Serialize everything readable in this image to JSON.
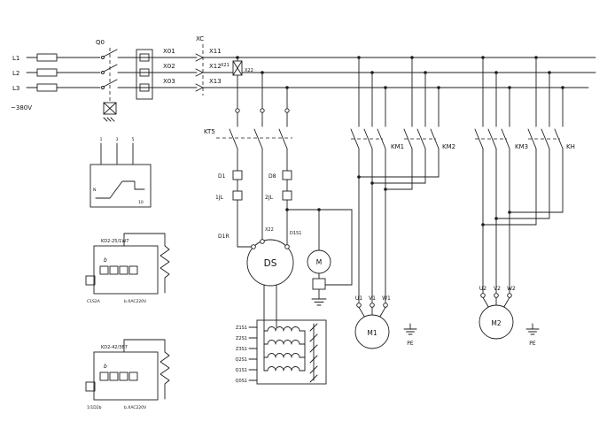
{
  "labels": {
    "l1": "L1",
    "l2": "L2",
    "l3": "L3",
    "voltage": "~380V",
    "q0": "Q0",
    "xc": "XC",
    "x01": "X01",
    "x02": "X02",
    "x03": "X03",
    "x11": "X11",
    "x12": "X12",
    "x13": "X13",
    "x21": "X21",
    "x22": "X22",
    "kt5": "KT5",
    "d1": "D1",
    "d8": "D8",
    "jl1": "1JL",
    "jl2": "2JL",
    "d1r": "D1R",
    "x22_ds": "X22",
    "d1s1": "D1S1",
    "ds": "DS",
    "m_exciter": "M",
    "km1": "KM1",
    "km2": "KM2",
    "km3": "KM3",
    "kh": "KH",
    "u1": "U1",
    "v1": "V1",
    "w1": "W1",
    "u2": "U2",
    "v2": "V2",
    "w2": "W2",
    "m1": "M1",
    "m2": "M2",
    "pe1": "PE",
    "pe2": "PE",
    "field_terminals": [
      "Z1S1",
      "Z2S1",
      "Z3S1",
      "Q2S1",
      "Q1S1",
      "Q0S1"
    ],
    "box1_leads": [
      "1",
      "3",
      "5"
    ],
    "box1_n": "N",
    "box1_corner": "10",
    "box2_title": "KD2-25/1W7",
    "box2_b": "b",
    "box2_bl": "C1S2A",
    "box2_br": "b.XAC220V",
    "box3_title": "KD2-42/3B7",
    "box3_b": "b",
    "box3_bl": "1/1D2b",
    "box3_br": "b.XAC220V"
  }
}
